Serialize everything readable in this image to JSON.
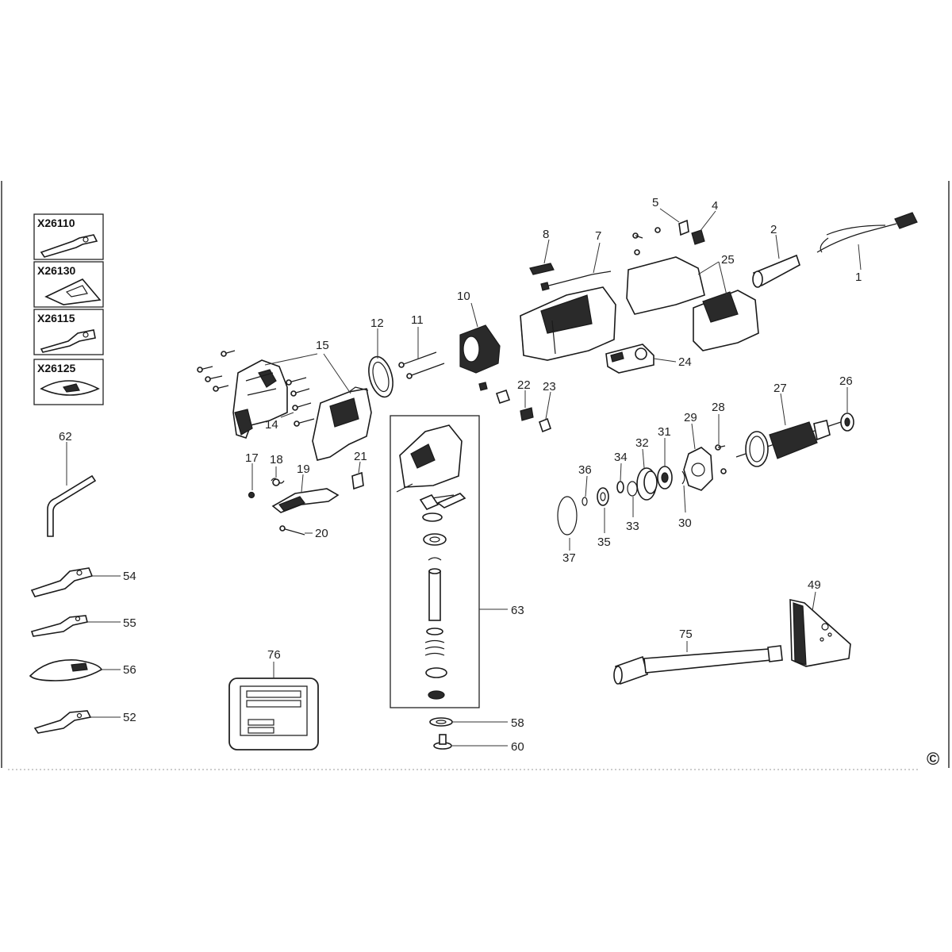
{
  "accessories": [
    {
      "code": "X26110",
      "icon": "flush-cut-blade-icon"
    },
    {
      "code": "X26130",
      "icon": "sanding-pad-icon"
    },
    {
      "code": "X26115",
      "icon": "wood-blade-icon"
    },
    {
      "code": "X26125",
      "icon": "segment-blade-icon"
    }
  ],
  "callouts": {
    "p1": "1",
    "p2": "2",
    "p4": "4",
    "p5": "5",
    "p7": "7",
    "p8": "8",
    "p10": "10",
    "p11": "11",
    "p12": "12",
    "p14": "14",
    "p15": "15",
    "p17": "17",
    "p18": "18",
    "p19": "19",
    "p20": "20",
    "p21": "21",
    "p22": "22",
    "p23": "23",
    "p24": "24",
    "p25": "25",
    "p26": "26",
    "p27": "27",
    "p28": "28",
    "p29": "29",
    "p30": "30",
    "p31": "31",
    "p32": "32",
    "p33": "33",
    "p34": "34",
    "p35": "35",
    "p36": "36",
    "p37": "37",
    "p49": "49",
    "p52": "52",
    "p54": "54",
    "p55": "55",
    "p56": "56",
    "p58": "58",
    "p60": "60",
    "p62": "62",
    "p63": "63",
    "p75": "75",
    "p76": "76"
  },
  "copyright_mark": "©"
}
